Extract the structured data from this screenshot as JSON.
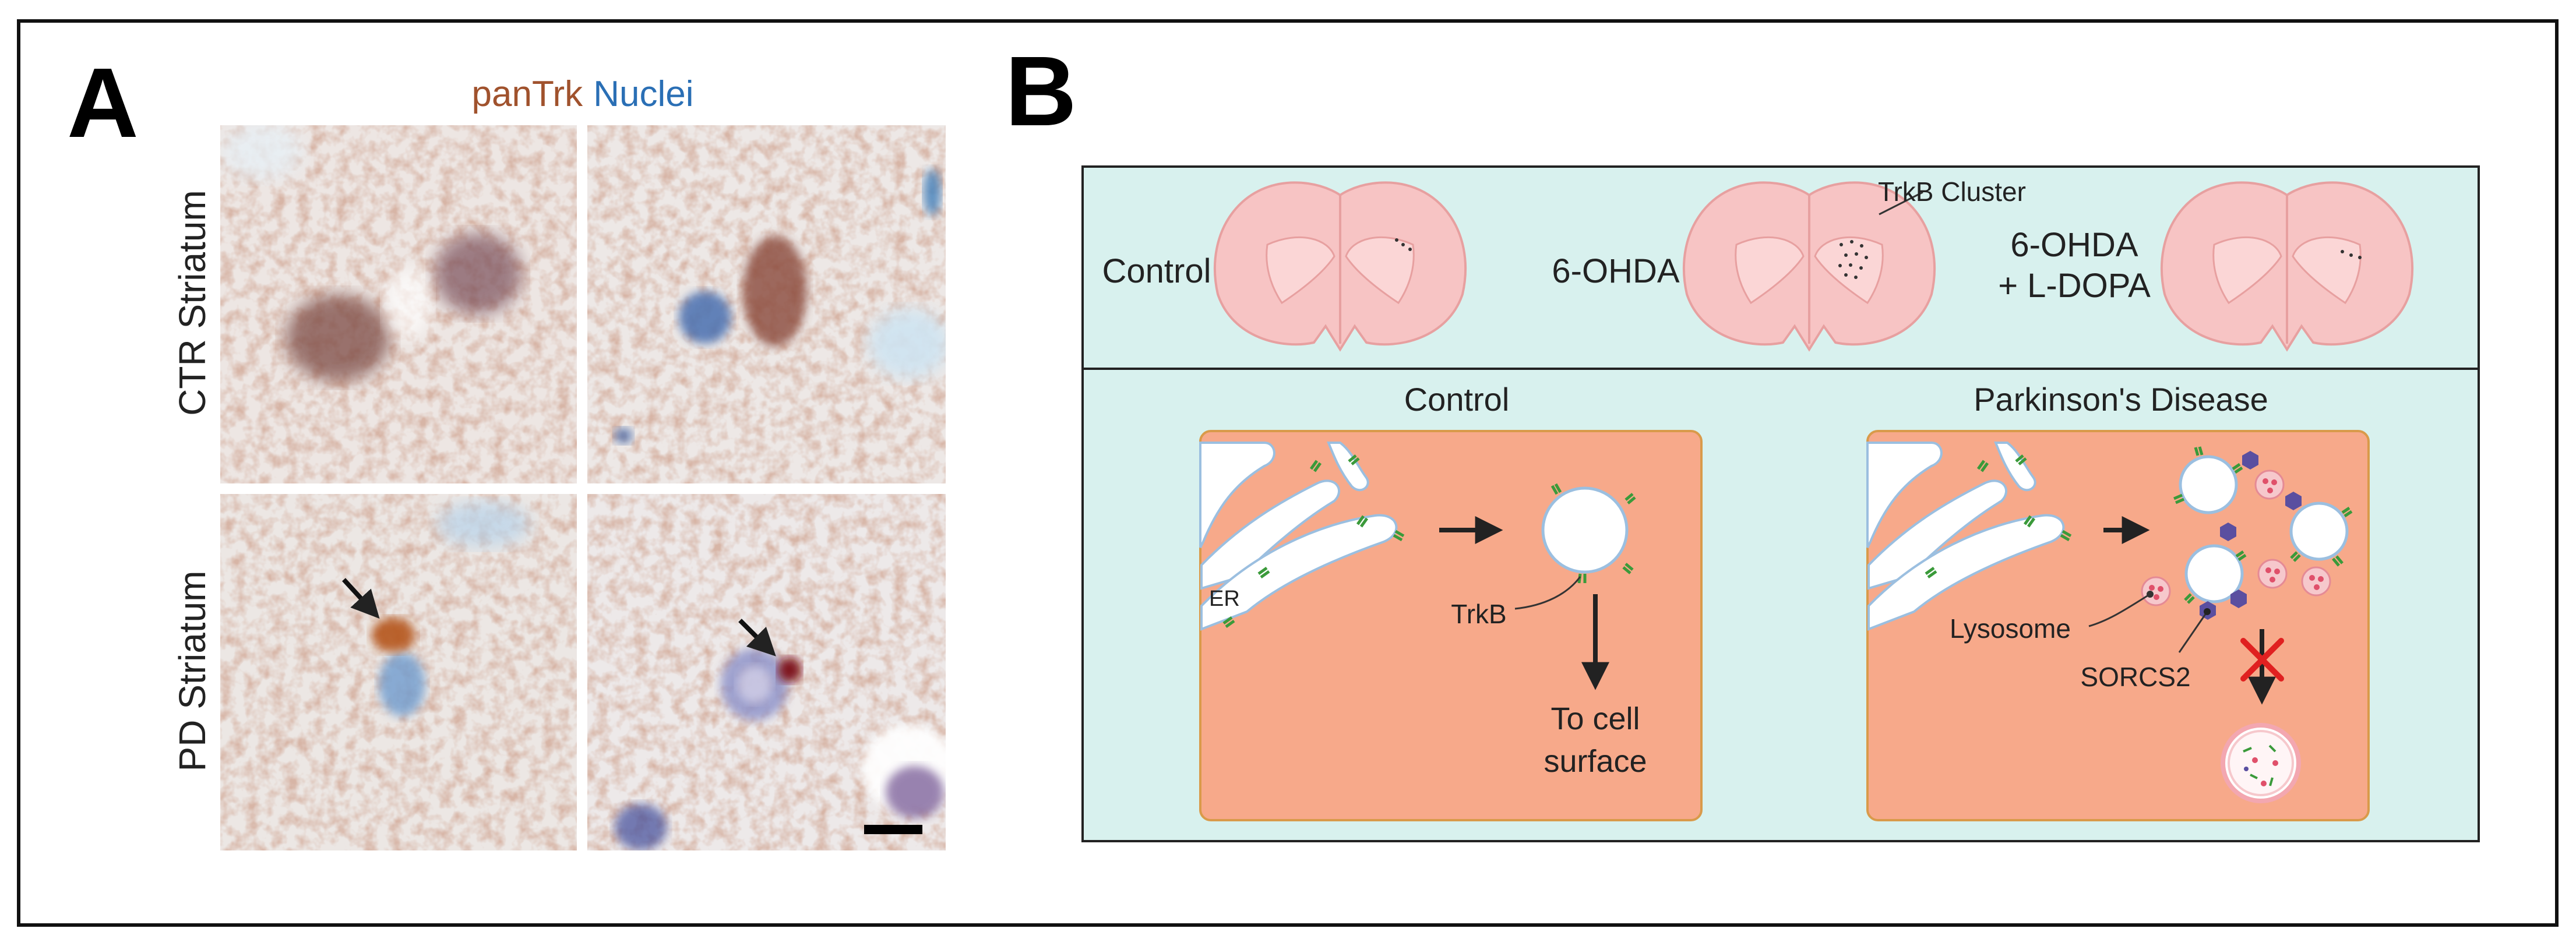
{
  "panel_a": {
    "letter": "A",
    "legend": {
      "stain": "panTrk",
      "counterstain": "Nuclei"
    },
    "row_labels": [
      "CTR Striatum",
      "PD Striatum"
    ]
  },
  "panel_b": {
    "letter": "B",
    "brain_labels": {
      "control": "Control",
      "ohda": "6-OHDA",
      "ohda_ldopa_line1": "6-OHDA",
      "ohda_ldopa_line2": "+ L-DOPA",
      "cluster": "TrkB Cluster"
    },
    "control_cell": {
      "title": "Control",
      "er": "ER",
      "trkb": "TrkB",
      "surface_line1": "To cell",
      "surface_line2": "surface"
    },
    "pd_cell": {
      "title": "Parkinson's Disease",
      "lysosome": "Lysosome",
      "sorcs2": "SORCS2"
    }
  },
  "colors": {
    "stain_brown": "#a0522d",
    "nuclei_blue": "#2a6fb5",
    "panel_bg": "#d8f1ee",
    "cell_fill": "#f7a98a",
    "cell_border": "#d99a4a",
    "brain_fill": "#f7c4c4",
    "receptor_green": "#3a9a3a",
    "sorcs2_purple": "#5a4fa0",
    "inhibit_red": "#e02020"
  }
}
